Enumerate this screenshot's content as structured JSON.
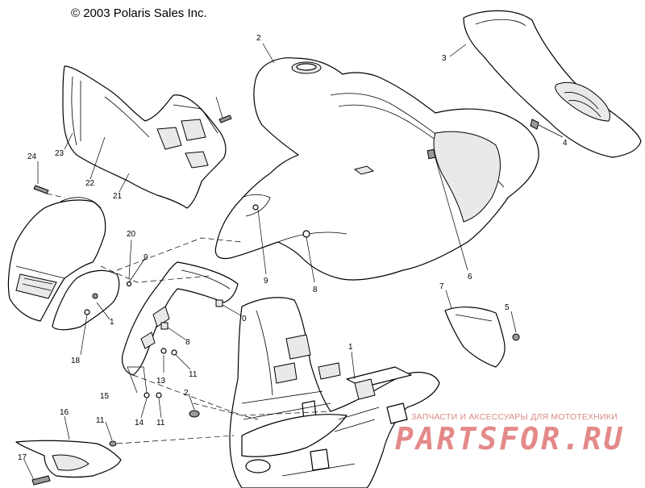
{
  "copyright": "© 2003 Polaris Sales Inc.",
  "watermark": {
    "tagline": "ЗАПЧАСТИ И АКСЕССУАРЫ ДЛЯ МОТОТЕХНИКИ",
    "logo": "PARTSFOR.RU"
  },
  "callouts": {
    "c1a": "1",
    "c1b": "1",
    "c2": "2",
    "c2b": "2",
    "c3": "3",
    "c4": "4",
    "c5": "5",
    "c6": "6",
    "c7": "7",
    "c8a": "8",
    "c8b": "8",
    "c9a": "9",
    "c9b": "9",
    "c10": "0",
    "c11a": "11",
    "c11b": "11",
    "c11c": "11",
    "c13": "13",
    "c14": "14",
    "c15": "15",
    "c16": "16",
    "c17": "17",
    "c18": "18",
    "c20": "20",
    "c21": "21",
    "c22": "22",
    "c23": "23",
    "c24": "24"
  },
  "colors": {
    "line": "#000000",
    "watermark": "#cd2828"
  }
}
